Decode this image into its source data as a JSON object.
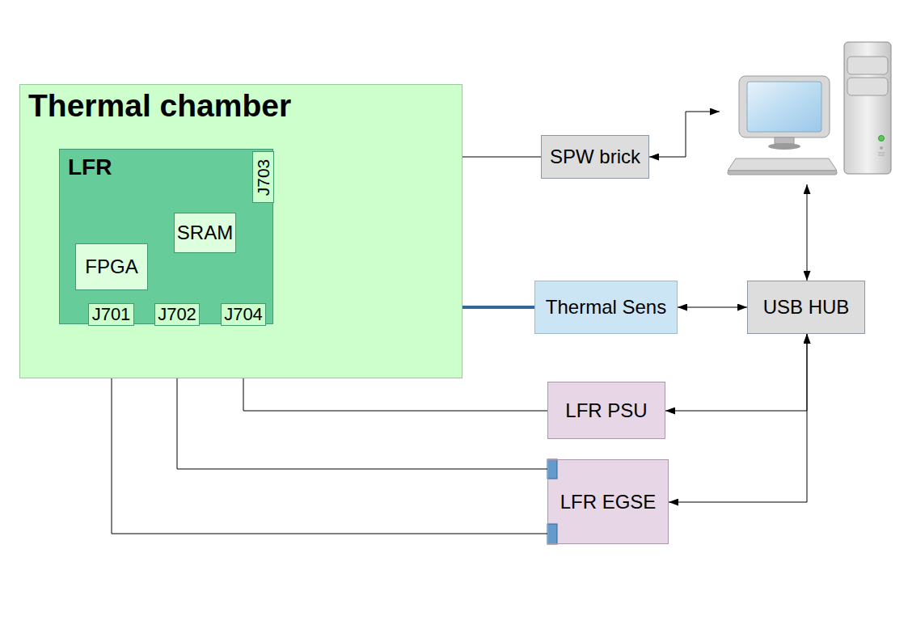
{
  "diagram": {
    "nodes": [
      {
        "text": [
          "Thermal chamber"
        ]
      },
      {
        "text": [
          "LFR"
        ],
        "in": 0
      },
      {
        "text": [
          "J703"
        ],
        "in": 1
      },
      {
        "text": [
          "SRAM"
        ],
        "in": 1
      },
      {
        "text": [
          "FPGA"
        ],
        "in": 1
      },
      {
        "text": [
          "J701"
        ],
        "in": 1
      },
      {
        "text": [
          "J702"
        ],
        "in": 1
      },
      {
        "text": [
          "J704"
        ],
        "in": 1
      },
      {
        "text": [
          "SPW brick"
        ]
      },
      {
        "text": [
          "Thermal Sens"
        ]
      },
      {
        "text": [
          "USB HUB"
        ]
      },
      {
        "text": [
          "LFR PSU"
        ]
      },
      {
        "text": [
          "LFR EGSE"
        ]
      }
    ],
    "edges": [
      {
        "from": 8,
        "to": 2,
        "arrow": "to"
      },
      {
        "from": 9,
        "to": 10,
        "arrow": "both"
      },
      {
        "from": 10,
        "to": 11,
        "arrow": "both"
      },
      {
        "from": 10,
        "to": 12,
        "arrow": "both"
      },
      {
        "from": 11,
        "to": 7,
        "arrow": "to"
      },
      {
        "from": 12,
        "to": 6,
        "arrow": "to"
      },
      {
        "from": 12,
        "to": 5,
        "arrow": "to"
      },
      {
        "from": 9,
        "to": 1,
        "arrow": "none"
      },
      {
        "from": 9,
        "to": 3,
        "arrow": "none"
      },
      {
        "from": 9,
        "to": 4,
        "arrow": "none"
      }
    ]
  }
}
